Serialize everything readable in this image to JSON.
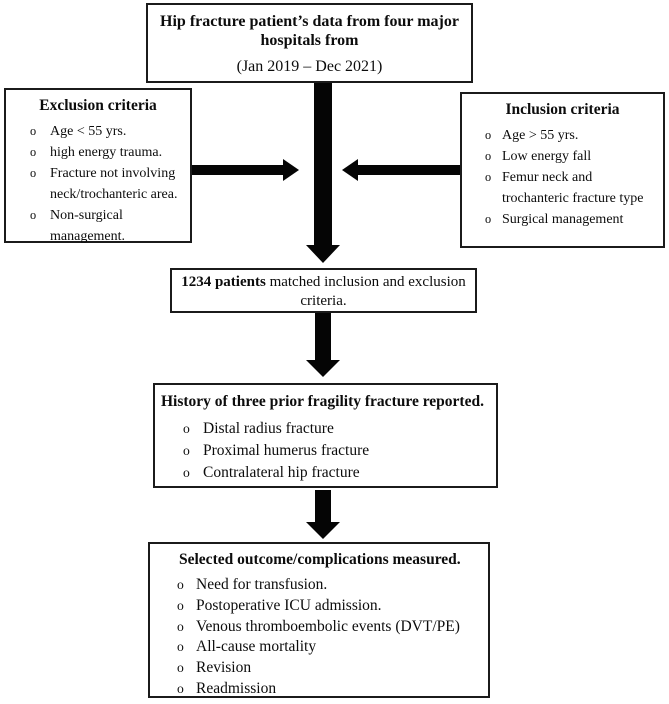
{
  "figure": {
    "bullet_marker": "o",
    "source_box": {
      "line1": "Hip fracture patient’s data from four major",
      "line2": "hospitals from",
      "period": "(Jan 2019 – Dec 2021)"
    },
    "exclusion": {
      "title": "Exclusion criteria",
      "items": [
        "Age < 55 yrs.",
        "high energy trauma.",
        "Fracture not involving neck/trochanteric area.",
        "Non-surgical management."
      ]
    },
    "inclusion": {
      "title": "Inclusion criteria",
      "items": [
        "Age > 55 yrs.",
        "Low energy fall",
        "Femur neck and trochanteric fracture type",
        "Surgical management"
      ]
    },
    "patients_box": {
      "bold": "1234 patients",
      "line1_rest": " matched inclusion and exclusion",
      "line2": "criteria."
    },
    "history": {
      "title": "History of three prior fragility fracture reported.",
      "items": [
        "Distal radius fracture",
        "Proximal humerus fracture",
        "Contralateral hip fracture"
      ]
    },
    "outcomes": {
      "title": "Selected outcome/complications measured.",
      "items": [
        "Need for transfusion.",
        "Postoperative ICU admission.",
        "Venous thromboembolic events (DVT/PE)",
        "All-cause mortality",
        "Revision",
        "Readmission"
      ]
    },
    "colors": {
      "box_border": "#1b1b1b",
      "text": "#0c0c0c",
      "arrow": "#050505",
      "background": "#ffffff"
    }
  }
}
